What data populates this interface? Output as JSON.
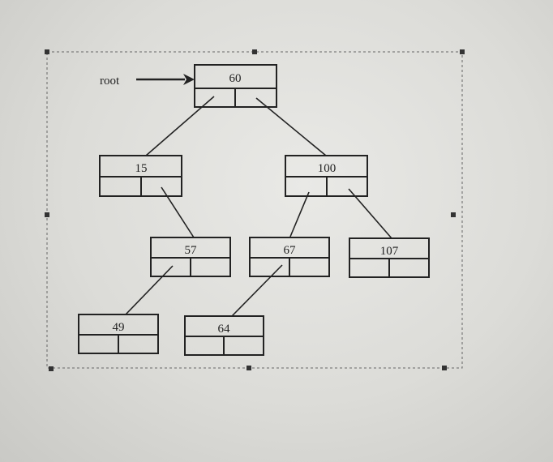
{
  "diagram": {
    "root_label": "root",
    "nodes": {
      "n60": {
        "value": "60"
      },
      "n15": {
        "value": "15"
      },
      "n100": {
        "value": "100"
      },
      "n57": {
        "value": "57"
      },
      "n67": {
        "value": "67"
      },
      "n107": {
        "value": "107"
      },
      "n49": {
        "value": "49"
      },
      "n64": {
        "value": "64"
      }
    },
    "edges": [
      {
        "from": "n60",
        "to": "n15",
        "side": "left"
      },
      {
        "from": "n60",
        "to": "n100",
        "side": "right"
      },
      {
        "from": "n15",
        "to": "n57",
        "side": "right"
      },
      {
        "from": "n100",
        "to": "n67",
        "side": "left"
      },
      {
        "from": "n100",
        "to": "n107",
        "side": "right"
      },
      {
        "from": "n57",
        "to": "n49",
        "side": "left"
      },
      {
        "from": "n67",
        "to": "n64",
        "side": "left"
      }
    ],
    "colors": {
      "ink": "#222222",
      "selection": "#555555"
    }
  }
}
